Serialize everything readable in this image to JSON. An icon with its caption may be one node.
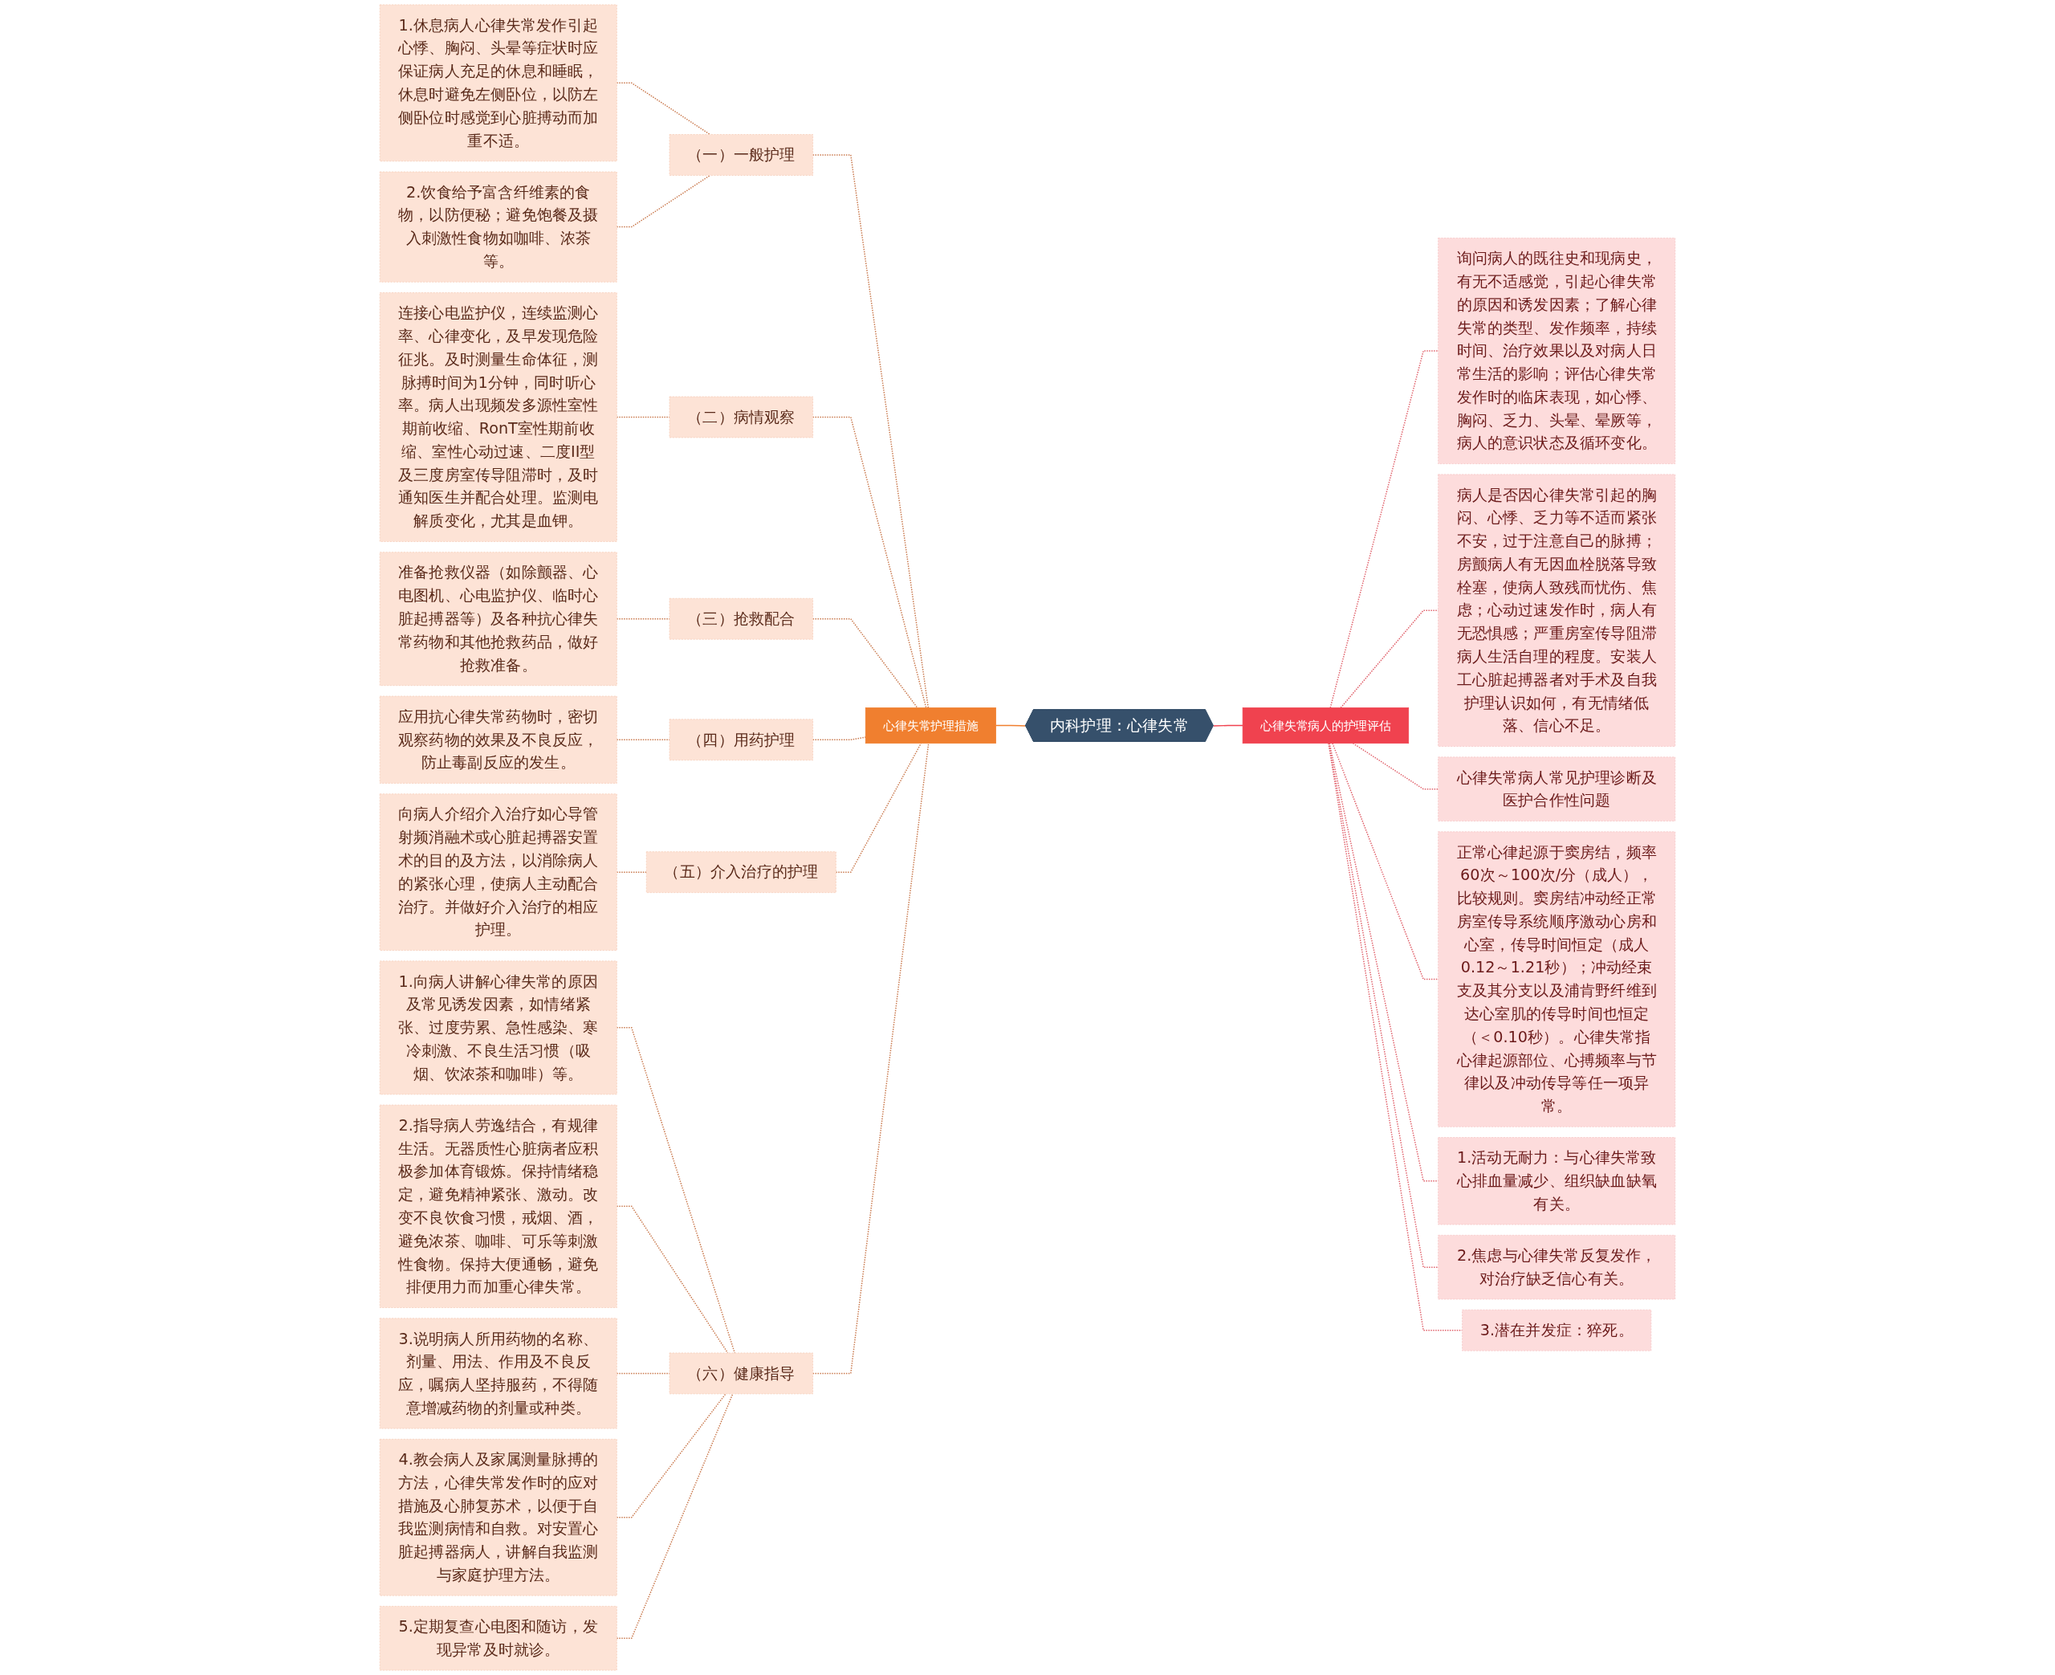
{
  "diagram": {
    "nodes": [
      {
        "text": [
          "内科护理：心律失常"
        ]
      },
      {
        "text": [
          "心律失常护理措施"
        ]
      },
      {
        "text": [
          "（一）一般护理"
        ]
      },
      {
        "text": [
          "1.休息病人心律失常发作引起心悸、胸闷、头晕等症状时应保证病人充足的休息和睡眠，休息时避免左侧卧位，以防左侧卧位时感觉到心脏搏动而加重不适。"
        ]
      },
      {
        "text": [
          "2.饮食给予富含纤维素的食物，以防便秘；避免饱餐及摄入刺激性食物如咖啡、浓茶等。"
        ]
      },
      {
        "text": [
          "（二）病情观察"
        ]
      },
      {
        "text": [
          "连接心电监护仪，连续监测心率、心律变化，及早发现危险征兆。及时测量生命体征，测脉搏时间为1分钟，同时听心率。病人出现频发多源性室性期前收缩、RonT室性期前收缩、室性心动过速、二度II型及三度房室传导阻滞时，及时通知医生并配合处理。监测电解质变化，尤其是血钾。"
        ]
      },
      {
        "text": [
          "（三）抢救配合"
        ]
      },
      {
        "text": [
          "准备抢救仪器（如除颤器、心电图机、心电监护仪、临时心脏起搏器等）及各种抗心律失常药物和其他抢救药品，做好抢救准备。"
        ]
      },
      {
        "text": [
          "（四）用药护理"
        ]
      },
      {
        "text": [
          "应用抗心律失常药物时，密切观察药物的效果及不良反应，防止毒副反应的发生。"
        ]
      },
      {
        "text": [
          "（五）介入治疗的护理"
        ]
      },
      {
        "text": [
          "向病人介绍介入治疗如心导管射频消融术或心脏起搏器安置术的目的及方法，以消除病人的紧张心理，使病人主动配合治疗。并做好介入治疗的相应护理。"
        ]
      },
      {
        "text": [
          "（六）健康指导"
        ]
      },
      {
        "text": [
          "1.向病人讲解心律失常的原因及常见诱发因素，如情绪紧张、过度劳累、急性感染、寒冷刺激、不良生活习惯（吸烟、饮浓茶和咖啡）等。"
        ]
      },
      {
        "text": [
          "2.指导病人劳逸结合，有规律生活。无器质性心脏病者应积极参加体育锻炼。保持情绪稳定，避免精神紧张、激动。改变不良饮食习惯，戒烟、酒，避免浓茶、咖啡、可乐等刺激性食物。保持大便通畅，避免排便用力而加重心律失常。"
        ]
      },
      {
        "text": [
          "3.说明病人所用药物的名称、剂量、用法、作用及不良反应，嘱病人坚持服药，不得随意增减药物的剂量或种类。"
        ]
      },
      {
        "text": [
          "4.教会病人及家属测量脉搏的方法，心律失常发作时的应对措施及心肺复苏术，以便于自我监测病情和自救。对安置心脏起搏器病人，讲解自我监测与家庭护理方法。"
        ]
      },
      {
        "text": [
          "5.定期复查心电图和随访，发现异常及时就诊。"
        ]
      },
      {
        "text": [
          "心律失常病人的护理评估"
        ]
      },
      {
        "text": [
          "询问病人的既往史和现病史，有无不适感觉，引起心律失常的原因和诱发因素；了解心律失常的类型、发作频率，持续时间、治疗效果以及对病人日常生活的影响；评估心律失常发作时的临床表现，如心悸、胸闷、乏力、头晕、晕厥等，病人的意识状态及循环变化。"
        ]
      },
      {
        "text": [
          "病人是否因心律失常引起的胸闷、心悸、乏力等不适而紧张不安，过于注意自己的脉搏；房颤病人有无因血栓脱落导致栓塞，使病人致残而忧伤、焦虑；心动过速发作时，病人有无恐惧感；严重房室传导阻滞病人生活自理的程度。安装人工心脏起搏器者对手术及自我护理认识如何，有无情绪低落、信心不足。"
        ]
      },
      {
        "text": [
          "心律失常病人常见护理诊断及医护合作性问题"
        ]
      },
      {
        "text": [
          "正常心律起源于窦房结，频率60次～100次/分（成人），比较规则。窦房结冲动经正常房室传导系统顺序激动心房和心室，传导时间恒定（成人0.12～1.21秒）；冲动经束支及其分支以及浦肯野纤维到达心室肌的传导时间也恒定（＜0.10秒）。心律失常指心律起源部位、心搏频率与节律以及冲动传导等任一项异常。"
        ]
      },
      {
        "text": [
          "1.活动无耐力：与心律失常致心排血量减少、组织缺血缺氧有关。"
        ]
      },
      {
        "text": [
          "2.焦虑与心律失常反复发作，对治疗缺乏信心有关。"
        ]
      },
      {
        "text": [
          "3.潜在并发症：猝死。"
        ]
      }
    ],
    "edges": [
      {
        "from": 0,
        "to": 1,
        "arrow": "none",
        "color": "#f07f2f"
      },
      {
        "from": 0,
        "to": 19,
        "arrow": "none",
        "color": "#f0424f"
      },
      {
        "from": 1,
        "to": 2,
        "arrow": "none",
        "style": "dashed"
      },
      {
        "from": 2,
        "to": 3,
        "arrow": "none",
        "style": "dashed"
      },
      {
        "from": 2,
        "to": 4,
        "arrow": "none",
        "style": "dashed"
      },
      {
        "from": 1,
        "to": 5,
        "arrow": "none",
        "style": "dashed"
      },
      {
        "from": 5,
        "to": 6,
        "arrow": "none",
        "style": "dashed"
      },
      {
        "from": 1,
        "to": 7,
        "arrow": "none",
        "style": "dashed"
      },
      {
        "from": 7,
        "to": 8,
        "arrow": "none",
        "style": "dashed"
      },
      {
        "from": 1,
        "to": 9,
        "arrow": "none",
        "style": "dashed"
      },
      {
        "from": 9,
        "to": 10,
        "arrow": "none",
        "style": "dashed"
      },
      {
        "from": 1,
        "to": 11,
        "arrow": "none",
        "style": "dashed"
      },
      {
        "from": 11,
        "to": 12,
        "arrow": "none",
        "style": "dashed"
      },
      {
        "from": 1,
        "to": 13,
        "arrow": "none",
        "style": "dashed"
      },
      {
        "from": 13,
        "to": 14,
        "arrow": "none",
        "style": "dashed"
      },
      {
        "from": 13,
        "to": 15,
        "arrow": "none",
        "style": "dashed"
      },
      {
        "from": 13,
        "to": 16,
        "arrow": "none",
        "style": "dashed"
      },
      {
        "from": 13,
        "to": 17,
        "arrow": "none",
        "style": "dashed"
      },
      {
        "from": 13,
        "to": 18,
        "arrow": "none",
        "style": "dashed"
      },
      {
        "from": 19,
        "to": 20,
        "arrow": "none",
        "style": "dashed",
        "color": "#e0606a"
      },
      {
        "from": 19,
        "to": 21,
        "arrow": "none",
        "style": "dashed",
        "color": "#e0606a"
      },
      {
        "from": 19,
        "to": 22,
        "arrow": "none",
        "style": "dashed",
        "color": "#e0606a"
      },
      {
        "from": 19,
        "to": 23,
        "arrow": "none",
        "style": "dashed",
        "color": "#e0606a"
      },
      {
        "from": 19,
        "to": 24,
        "arrow": "none",
        "style": "dashed",
        "color": "#e0606a"
      },
      {
        "from": 19,
        "to": 25,
        "arrow": "none",
        "style": "dashed",
        "color": "#e0606a"
      },
      {
        "from": 19,
        "to": 26,
        "arrow": "none",
        "style": "dashed",
        "color": "#e0606a"
      }
    ]
  }
}
